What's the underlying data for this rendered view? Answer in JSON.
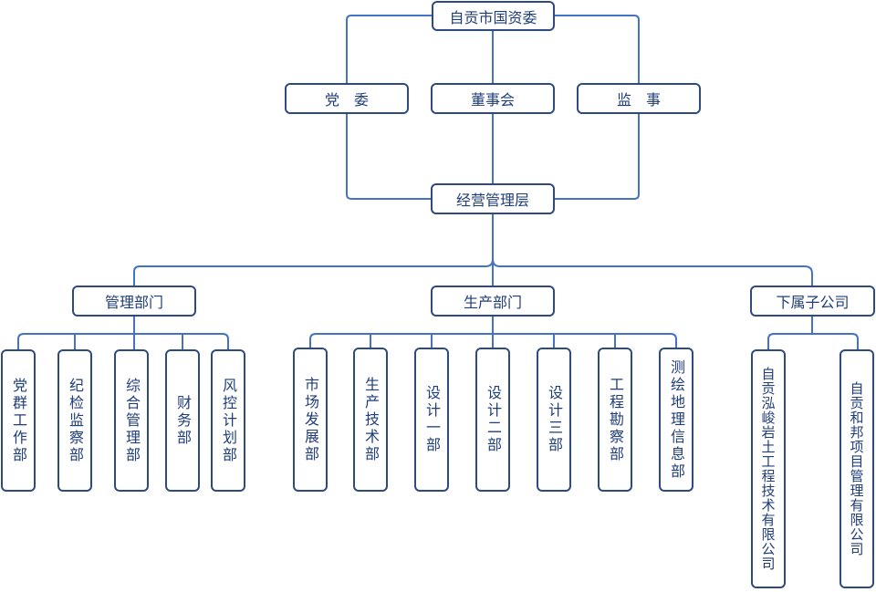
{
  "top": "自贡市国资委",
  "governance": {
    "party": "党　委",
    "board": "董事会",
    "supervision": "监　事"
  },
  "management": "经营管理层",
  "admin": {
    "title": "管理部门",
    "depts": [
      "党群工作部",
      "纪检监察部",
      "综合管理部",
      "财务部",
      "风控计划部"
    ]
  },
  "production": {
    "title": "生产部门",
    "depts": [
      "市场发展部",
      "生产技术部",
      "设计一部",
      "设计二部",
      "设计三部",
      "工程勘察部",
      "测绘地理信息部"
    ]
  },
  "subsidiaries": {
    "title": "下属子公司",
    "companies": [
      "自贡泓峻岩土工程技术有限公司",
      "自贡和邦项目管理有限公司"
    ]
  },
  "colors": {
    "line": "#4472c4",
    "border": "#2e4a80",
    "text": "#1f3d7a"
  }
}
